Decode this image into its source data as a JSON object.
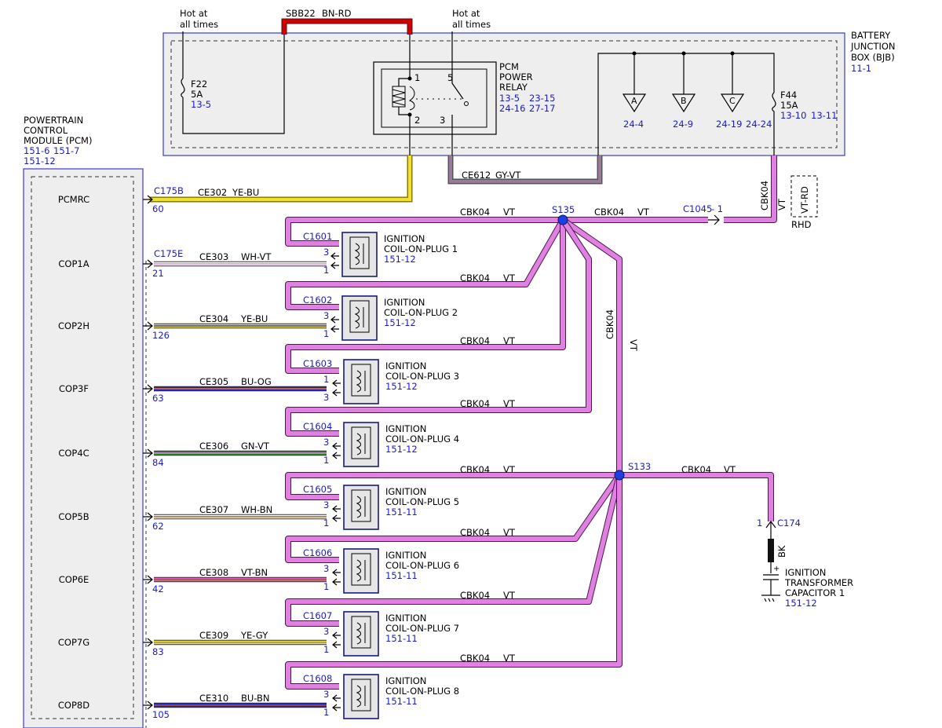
{
  "bjb": {
    "title_lines": [
      "BATTERY",
      "JUNCTION",
      "BOX (BJB)"
    ],
    "ref": "11-1",
    "hot1_lines": [
      "Hot at",
      "all times"
    ],
    "hot2_lines": [
      "Hot at",
      "all times"
    ],
    "sbb": {
      "circuit": "SBB22",
      "color": "BN-RD"
    },
    "f22": {
      "name": "F22",
      "rating": "5A",
      "ref": "13-5"
    },
    "f44": {
      "name": "F44",
      "rating": "15A",
      "refs": [
        "13-10",
        "13-11"
      ]
    },
    "relay": {
      "title_lines": [
        "PCM",
        "POWER",
        "RELAY"
      ],
      "refs": [
        "13-5",
        "23-15",
        "24-16",
        "27-17"
      ],
      "pins": [
        "1",
        "5",
        "2",
        "3"
      ]
    },
    "grounds": [
      {
        "label": "A",
        "ref": "24-4"
      },
      {
        "label": "B",
        "ref": "24-9"
      },
      {
        "label": "C",
        "ref": "24-19"
      }
    ],
    "ground_extra_ref": "24-24"
  },
  "pcm": {
    "title_lines": [
      "POWERTRAIN",
      "CONTROL",
      "MODULE (PCM)"
    ],
    "refs": [
      "151-6",
      "151-7"
    ],
    "ref2": "151-12",
    "connectors": [
      "C175B",
      "C175E"
    ],
    "pins": [
      {
        "name": "PCMRC",
        "num": "60"
      },
      {
        "name": "COP1A",
        "num": "21"
      },
      {
        "name": "COP2H",
        "num": "126"
      },
      {
        "name": "COP3F",
        "num": "63"
      },
      {
        "name": "COP4C",
        "num": "84"
      },
      {
        "name": "COP5B",
        "num": "62"
      },
      {
        "name": "COP6E",
        "num": "42"
      },
      {
        "name": "COP7G",
        "num": "83"
      },
      {
        "name": "COP8D",
        "num": "105"
      }
    ]
  },
  "wires": {
    "ce302": {
      "circuit": "CE302",
      "color": "YE-BU"
    },
    "ce612": {
      "circuit": "CE612",
      "color": "GY-VT"
    },
    "cbk": {
      "circuit": "CBK04",
      "color": "VT"
    },
    "signals": [
      {
        "circuit": "CE303",
        "color": "WH-VT",
        "hex1": "#ffffff",
        "hex2": "#d888d8"
      },
      {
        "circuit": "CE304",
        "color": "YE-BU",
        "hex1": "#f0e030",
        "hex2": "#3a3ad0"
      },
      {
        "circuit": "CE305",
        "color": "BU-OG",
        "hex1": "#2020c0",
        "hex2": "#f08020"
      },
      {
        "circuit": "CE306",
        "color": "GN-VT",
        "hex1": "#2e8a2e",
        "hex2": "#d888d8"
      },
      {
        "circuit": "CE307",
        "color": "WH-BN",
        "hex1": "#ffffff",
        "hex2": "#a05a2a"
      },
      {
        "circuit": "CE308",
        "color": "VT-BN",
        "hex1": "#e060c0",
        "hex2": "#a05a2a"
      },
      {
        "circuit": "CE309",
        "color": "YE-GY",
        "hex1": "#f0e030",
        "hex2": "#909090"
      },
      {
        "circuit": "CE310",
        "color": "BU-BN",
        "hex1": "#2020c0",
        "hex2": "#a05a2a"
      }
    ]
  },
  "splices": [
    "S135",
    "S133"
  ],
  "c1045": {
    "name": "C1045",
    "pin": "- 1"
  },
  "rhd": {
    "label": "RHD",
    "color": "VT-RD"
  },
  "coils": [
    {
      "conn": "C1601",
      "name_lines": [
        "IGNITION",
        "COIL-ON-PLUG 1"
      ],
      "ref": "151-12",
      "pin_top": "3",
      "pin_bot": "1"
    },
    {
      "conn": "C1602",
      "name_lines": [
        "IGNITION",
        "COIL-ON-PLUG 2"
      ],
      "ref": "151-12",
      "pin_top": "3",
      "pin_bot": "1"
    },
    {
      "conn": "C1603",
      "name_lines": [
        "IGNITION",
        "COIL-ON-PLUG 3"
      ],
      "ref": "151-12",
      "pin_top": "1",
      "pin_bot": "3"
    },
    {
      "conn": "C1604",
      "name_lines": [
        "IGNITION",
        "COIL-ON-PLUG 4"
      ],
      "ref": "151-12",
      "pin_top": "3",
      "pin_bot": "1"
    },
    {
      "conn": "C1605",
      "name_lines": [
        "IGNITION",
        "COIL-ON-PLUG 5"
      ],
      "ref": "151-11",
      "pin_top": "3",
      "pin_bot": "1"
    },
    {
      "conn": "C1606",
      "name_lines": [
        "IGNITION",
        "COIL-ON-PLUG 6"
      ],
      "ref": "151-11",
      "pin_top": "3",
      "pin_bot": "1"
    },
    {
      "conn": "C1607",
      "name_lines": [
        "IGNITION",
        "COIL-ON-PLUG 7"
      ],
      "ref": "151-11",
      "pin_top": "3",
      "pin_bot": "1"
    },
    {
      "conn": "C1608",
      "name_lines": [
        "IGNITION",
        "COIL-ON-PLUG 8"
      ],
      "ref": "151-11",
      "pin_top": "3",
      "pin_bot": "1"
    }
  ],
  "capacitor": {
    "conn": "C174",
    "pin": "1",
    "wire_color": "BK",
    "plus": "+",
    "name_lines": [
      "IGNITION",
      "TRANSFORMER",
      "CAPACITOR 1"
    ],
    "ref": "151-12"
  },
  "colors": {
    "violet": "#e080e0",
    "violet_edge": "#4a1a4a",
    "bus": "#d00000",
    "splice": "#1a40e0",
    "box_blue": "#3a3ad8"
  }
}
